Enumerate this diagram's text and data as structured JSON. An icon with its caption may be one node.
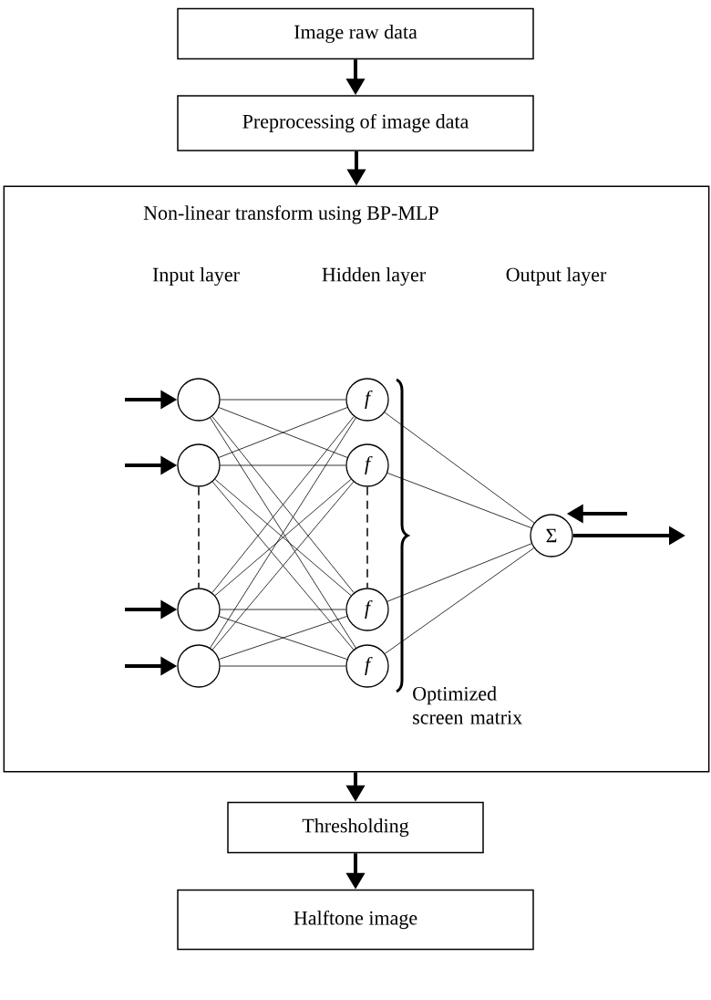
{
  "diagram": {
    "nodes": [
      {
        "text": [
          "Image raw data"
        ]
      },
      {
        "text": [
          "Preprocessing of image data"
        ]
      },
      {
        "text": [
          "Non-linear transform using BP-MLP"
        ]
      },
      {
        "text": [],
        "shape": "circle",
        "in": 2
      },
      {
        "text": [],
        "shape": "circle",
        "in": 2
      },
      {
        "text": [],
        "shape": "circle",
        "in": 2
      },
      {
        "text": [],
        "shape": "circle",
        "in": 2
      },
      {
        "text": [
          "f"
        ],
        "in": 2
      },
      {
        "text": [
          "f"
        ],
        "in": 2
      },
      {
        "text": [
          "f"
        ],
        "in": 2
      },
      {
        "text": [
          "f"
        ],
        "in": 2
      },
      {
        "text": [
          "Σ"
        ],
        "in": 2
      },
      {
        "text": [
          "Thresholding"
        ]
      },
      {
        "text": [
          "Halftone image"
        ]
      }
    ],
    "edges": [
      {
        "from": 0,
        "to": 1,
        "arrow": "to",
        "style": "thick"
      },
      {
        "from": 1,
        "to": 2,
        "arrow": "to",
        "style": "thick"
      },
      {
        "from": 2,
        "to": 12,
        "arrow": "to",
        "style": "thick"
      },
      {
        "from": 12,
        "to": 13,
        "arrow": "to",
        "style": "thick"
      },
      {
        "from": null,
        "to": 3,
        "arrow": "to",
        "style": "thick"
      },
      {
        "from": null,
        "to": 4,
        "arrow": "to",
        "style": "thick"
      },
      {
        "from": null,
        "to": 5,
        "arrow": "to",
        "style": "thick"
      },
      {
        "from": null,
        "to": 6,
        "arrow": "to",
        "style": "thick"
      },
      {
        "from": 3,
        "to": 7,
        "arrow": "none"
      },
      {
        "from": 3,
        "to": 8,
        "arrow": "none"
      },
      {
        "from": 3,
        "to": 9,
        "arrow": "none"
      },
      {
        "from": 3,
        "to": 10,
        "arrow": "none"
      },
      {
        "from": 4,
        "to": 7,
        "arrow": "none"
      },
      {
        "from": 4,
        "to": 8,
        "arrow": "none"
      },
      {
        "from": 4,
        "to": 9,
        "arrow": "none"
      },
      {
        "from": 4,
        "to": 10,
        "arrow": "none"
      },
      {
        "from": 5,
        "to": 7,
        "arrow": "none"
      },
      {
        "from": 5,
        "to": 8,
        "arrow": "none"
      },
      {
        "from": 5,
        "to": 9,
        "arrow": "none"
      },
      {
        "from": 5,
        "to": 10,
        "arrow": "none"
      },
      {
        "from": 6,
        "to": 7,
        "arrow": "none"
      },
      {
        "from": 6,
        "to": 8,
        "arrow": "none"
      },
      {
        "from": 6,
        "to": 9,
        "arrow": "none"
      },
      {
        "from": 6,
        "to": 10,
        "arrow": "none"
      },
      {
        "from": 7,
        "to": 11,
        "arrow": "none"
      },
      {
        "from": 8,
        "to": 11,
        "arrow": "none"
      },
      {
        "from": 9,
        "to": 11,
        "arrow": "none"
      },
      {
        "from": 10,
        "to": 11,
        "arrow": "none"
      },
      {
        "from": 4,
        "to": 5,
        "arrow": "none",
        "style": "dashed"
      },
      {
        "from": 8,
        "to": 9,
        "arrow": "none",
        "style": "dashed"
      },
      {
        "from": 11,
        "to": null,
        "arrow": "to",
        "style": "thick"
      },
      {
        "from": null,
        "to": 11,
        "arrow": "to",
        "style": "thick"
      }
    ],
    "labels": [
      "Input layer",
      "Hidden layer",
      "Output layer",
      "Optimized screen matrix"
    ]
  }
}
